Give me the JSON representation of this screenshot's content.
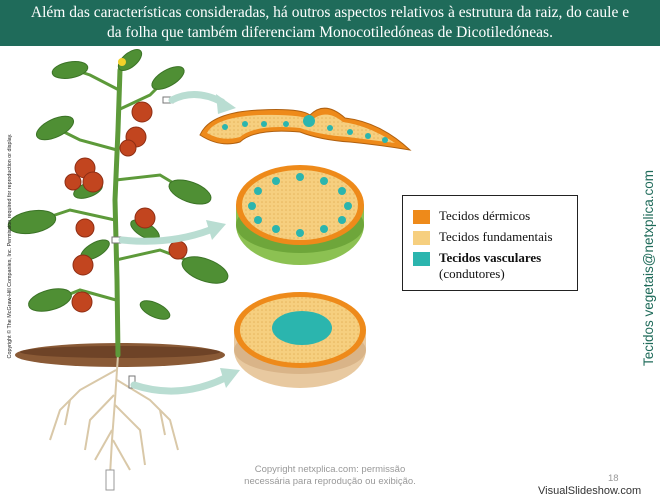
{
  "slide": {
    "title_line1": "Além das características consideradas, há outros aspectos relativos à estrutura da raiz, do caule e",
    "title_line2": "da folha que também diferenciam Monocotiledóneas de Dicotiledóneas.",
    "side_copyright": "Copyright © The McGraw-Hill Companies, Inc. Permission required for reproduction or display.",
    "side_brand": "Tecidos vegetais@netxplica.com",
    "footer_copyright_line1": "Copyright netxplica.com: permissão",
    "footer_copyright_line2": "necessária para reprodução ou exibição.",
    "page_number": "18",
    "watermark": "VisualSlideshow.com"
  },
  "legend": {
    "items": [
      {
        "label": "Tecidos dérmicos",
        "sublabel": "",
        "color": "#ee8a1a"
      },
      {
        "label": "Tecidos fundamentais",
        "sublabel": "",
        "color": "#f6cf7f"
      },
      {
        "label": "Tecidos vasculares",
        "sublabel": "(condutores)",
        "color": "#2bb5ae"
      }
    ]
  },
  "colors": {
    "header_bg": "#1f6b5a",
    "dermal": "#ee8a1a",
    "ground": "#f6cf7f",
    "vascular": "#2bb5ae",
    "arrow": "#b9ddd2"
  }
}
